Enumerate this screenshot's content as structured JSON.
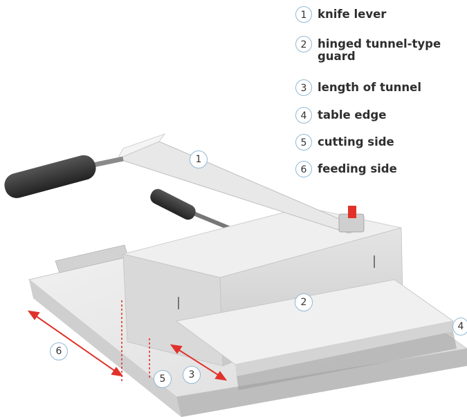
{
  "legend": [
    {
      "num": "1",
      "label": "knife lever"
    },
    {
      "num": "2",
      "label": "hinged tunnel-type guard"
    },
    {
      "num": "3",
      "label": "length of tunnel"
    },
    {
      "num": "4",
      "label": "table edge"
    },
    {
      "num": "5",
      "label": "cutting side"
    },
    {
      "num": "6",
      "label": "feeding side"
    }
  ],
  "callouts": {
    "c1": "1",
    "c2": "2",
    "c3": "3",
    "c4": "4",
    "c5": "5",
    "c6": "6"
  },
  "colors": {
    "accent_line": "#e0322b",
    "callout_border": "#8fb8d6",
    "metal": "#e6e6e6",
    "handle": "#3a3a3a"
  }
}
